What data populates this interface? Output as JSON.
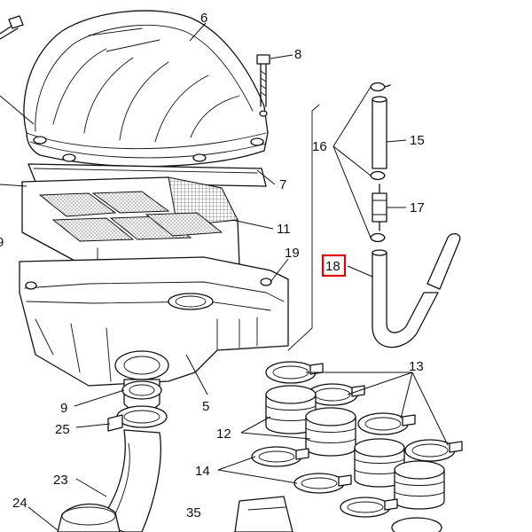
{
  "callouts": {
    "c6": "6",
    "c8": "8",
    "c16": "16",
    "c15": "15",
    "c7": "7",
    "c17": "17",
    "c11": "11",
    "c19": "19",
    "c9a": "9",
    "c18": "18",
    "c13": "13",
    "c9": "9",
    "c5": "5",
    "c25": "25",
    "c12": "12",
    "c23": "23",
    "c14": "14",
    "c24": "24",
    "c35": "35"
  },
  "highlight": {
    "callout": "18",
    "color": "#e00000"
  }
}
